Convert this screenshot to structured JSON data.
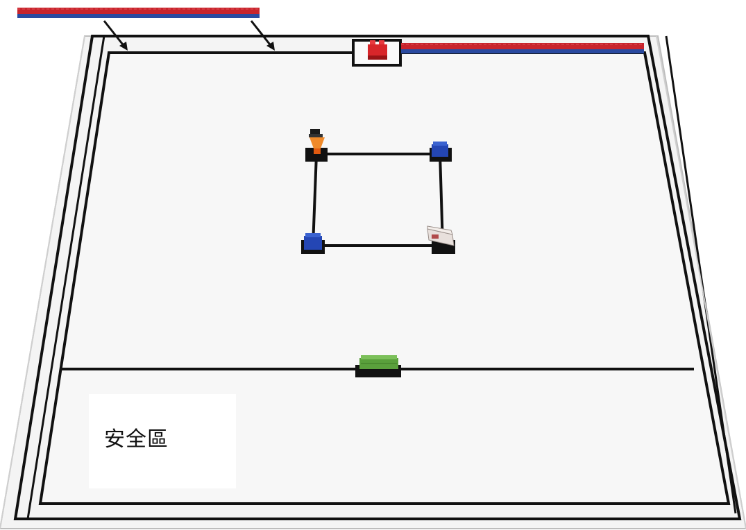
{
  "field": {
    "safe_zone_label": "安全區"
  },
  "colors": {
    "mat": "#f5f5f5",
    "line": "#111111",
    "wall_red": "#c8242c",
    "wall_blue": "#2a4aa0",
    "block_red": "#d8262a",
    "block_blue": "#2446b4",
    "block_green": "#5aa03c",
    "block_orange": "#f08a2a",
    "block_white": "#e8e0dc"
  },
  "objects": {
    "wall_pieces": [
      "wall-piece-loose",
      "wall-piece-top-right"
    ],
    "square_corner_items": [
      "figure-orange",
      "block-blue",
      "block-blue",
      "brick-white"
    ],
    "start_block": "block-red",
    "gate_block": "block-green"
  }
}
